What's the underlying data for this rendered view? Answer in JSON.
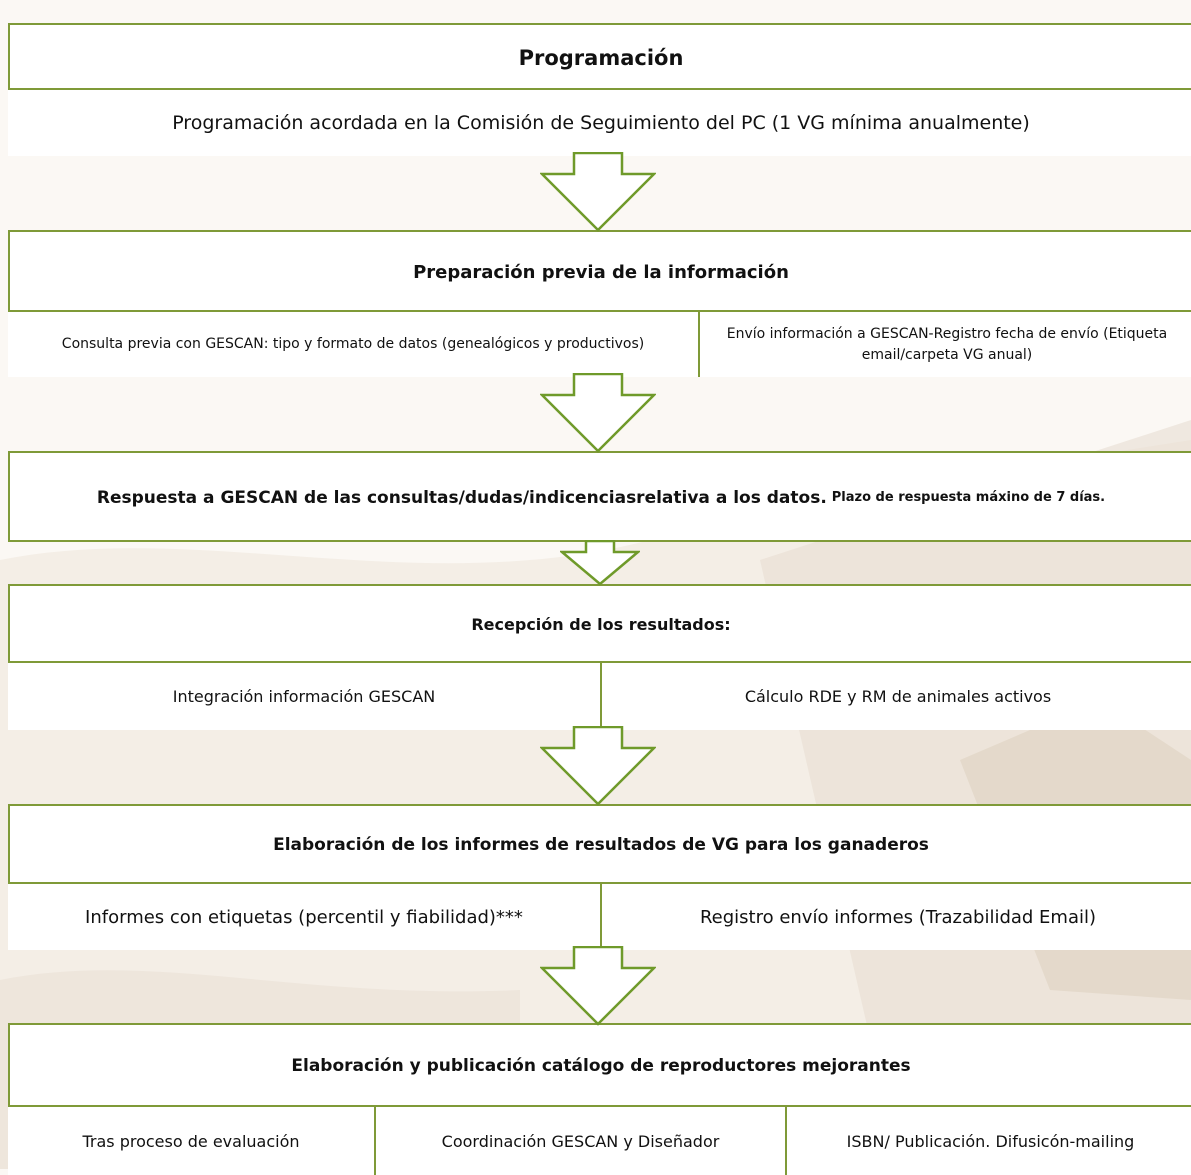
{
  "steps": [
    {
      "title": "Programación",
      "cells": [
        "Programación acordada en la Comisión de Seguimiento del PC (1 VG mínima anualmente)"
      ]
    },
    {
      "title": "Preparación previa de la información",
      "cells": [
        "Consulta previa con GESCAN: tipo y formato de datos (genealógicos y productivos)",
        "Envío información a GESCAN-Registro fecha de envío (Etiqueta email/carpeta VG anual)"
      ]
    },
    {
      "title": "Respuesta a GESCAN de las consultas/dudas/indicenciasrelativa a los datos.",
      "note": "Plazo  de respuesta máxino de 7 días."
    },
    {
      "title": "Recepción de los resultados:",
      "cells": [
        "Integración información GESCAN",
        "Cálculo RDE y RM de animales activos"
      ]
    },
    {
      "title": "Elaboración de los informes de resultados de VG para los ganaderos",
      "cells": [
        "Informes con etiquetas (percentil y fiabilidad)***",
        "Registro envío informes (Trazabilidad Email)"
      ]
    },
    {
      "title": "Elaboración y publicación catálogo de reproductores mejorantes",
      "cells": [
        "Tras proceso de evaluación",
        "Coordinación GESCAN y Diseñador",
        "ISBN/ Publicación. Difusicón-mailing"
      ]
    }
  ],
  "colors": {
    "border": "#7f9a38",
    "arrow": "#6f9a2a",
    "background_tint": "#e9ddd0"
  }
}
